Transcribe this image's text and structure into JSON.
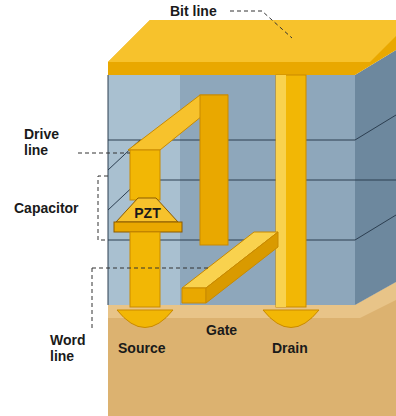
{
  "diagram": {
    "nodes": [
      {
        "text": [
          "PZT"
        ]
      }
    ],
    "labels": [
      "Bit line",
      "Drive line",
      "Capacitor",
      "Word line",
      "Gate",
      "Source",
      "Drain"
    ]
  }
}
